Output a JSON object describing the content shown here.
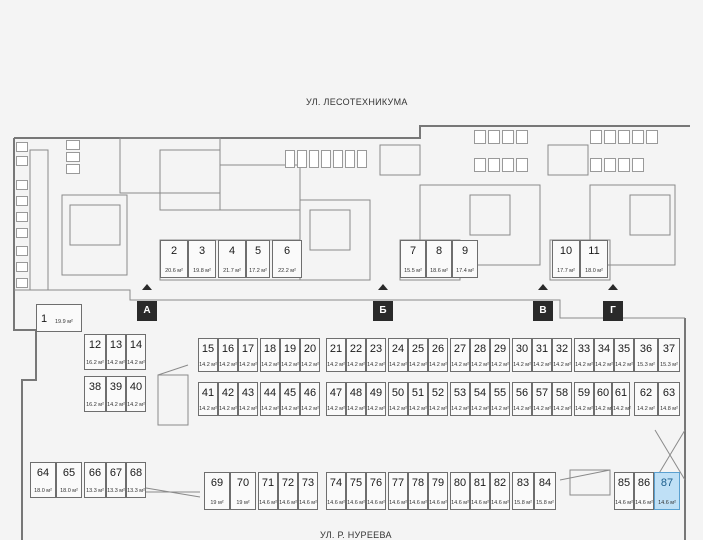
{
  "streets": {
    "top": "УЛ. ЛЕСОТЕХНИКУМА",
    "bottom": "УЛ. Р. НУРЕЕВА"
  },
  "entrances": [
    "А",
    "Б",
    "В",
    "Г"
  ],
  "colors": {
    "selected_fill": "#bfe0f6",
    "selected_border": "#5aa0d0",
    "entrance": "#2a2a2a"
  },
  "selected_spot": "87",
  "spots": {
    "s1": {
      "num": "1",
      "area": "19.9 м²"
    },
    "s2": {
      "num": "2",
      "area": "20.6 м²"
    },
    "s3": {
      "num": "3",
      "area": "19.8 м²"
    },
    "s4": {
      "num": "4",
      "area": "21.7 м²"
    },
    "s5": {
      "num": "5",
      "area": "17.2 м²"
    },
    "s6": {
      "num": "6",
      "area": "22.2 м²"
    },
    "s7": {
      "num": "7",
      "area": "15.5 м²"
    },
    "s8": {
      "num": "8",
      "area": "18.6 м²"
    },
    "s9": {
      "num": "9",
      "area": "17.4 м²"
    },
    "s10": {
      "num": "10",
      "area": "17.7 м²"
    },
    "s11": {
      "num": "11",
      "area": "18.0 м²"
    },
    "s12": {
      "num": "12",
      "area": "16.2 м²"
    },
    "s13": {
      "num": "13",
      "area": "14.2 м²"
    },
    "s14": {
      "num": "14",
      "area": "14.2 м²"
    },
    "s15": {
      "num": "15",
      "area": "14.2 м²"
    },
    "s16": {
      "num": "16",
      "area": "14.2 м²"
    },
    "s17": {
      "num": "17",
      "area": "14.2 м²"
    },
    "s18": {
      "num": "18",
      "area": "14.2 м²"
    },
    "s19": {
      "num": "19",
      "area": "14.2 м²"
    },
    "s20": {
      "num": "20",
      "area": "14.2 м²"
    },
    "s21": {
      "num": "21",
      "area": "14.2 м²"
    },
    "s22": {
      "num": "22",
      "area": "14.2 м²"
    },
    "s23": {
      "num": "23",
      "area": "14.2 м²"
    },
    "s24": {
      "num": "24",
      "area": "14.2 м²"
    },
    "s25": {
      "num": "25",
      "area": "14.2 м²"
    },
    "s26": {
      "num": "26",
      "area": "14.2 м²"
    },
    "s27": {
      "num": "27",
      "area": "14.2 м²"
    },
    "s28": {
      "num": "28",
      "area": "14.2 м²"
    },
    "s29": {
      "num": "29",
      "area": "14.2 м²"
    },
    "s30": {
      "num": "30",
      "area": "14.2 м²"
    },
    "s31": {
      "num": "31",
      "area": "14.2 м²"
    },
    "s32": {
      "num": "32",
      "area": "14.2 м²"
    },
    "s33": {
      "num": "33",
      "area": "14.2 м²"
    },
    "s34": {
      "num": "34",
      "area": "14.2 м²"
    },
    "s35": {
      "num": "35",
      "area": "14.2 м²"
    },
    "s36": {
      "num": "36",
      "area": "15.3 м²"
    },
    "s37": {
      "num": "37",
      "area": "15.3 м²"
    },
    "s38": {
      "num": "38",
      "area": "16.2 м²"
    },
    "s39": {
      "num": "39",
      "area": "14.2 м²"
    },
    "s40": {
      "num": "40",
      "area": "14.2 м²"
    },
    "s41": {
      "num": "41",
      "area": "14.2 м²"
    },
    "s42": {
      "num": "42",
      "area": "14.2 м²"
    },
    "s43": {
      "num": "43",
      "area": "14.2 м²"
    },
    "s44": {
      "num": "44",
      "area": "14.2 м²"
    },
    "s45": {
      "num": "45",
      "area": "14.2 м²"
    },
    "s46": {
      "num": "46",
      "area": "14.2 м²"
    },
    "s47": {
      "num": "47",
      "area": "14.2 м²"
    },
    "s48": {
      "num": "48",
      "area": "14.2 м²"
    },
    "s49": {
      "num": "49",
      "area": "14.2 м²"
    },
    "s50": {
      "num": "50",
      "area": "14.2 м²"
    },
    "s51": {
      "num": "51",
      "area": "14.2 м²"
    },
    "s52": {
      "num": "52",
      "area": "14.2 м²"
    },
    "s53": {
      "num": "53",
      "area": "14.2 м²"
    },
    "s54": {
      "num": "54",
      "area": "14.2 м²"
    },
    "s55": {
      "num": "55",
      "area": "14.2 м²"
    },
    "s56": {
      "num": "56",
      "area": "14.2 м²"
    },
    "s57": {
      "num": "57",
      "area": "14.2 м²"
    },
    "s58": {
      "num": "58",
      "area": "14.2 м²"
    },
    "s59": {
      "num": "59",
      "area": "14.2 м²"
    },
    "s60": {
      "num": "60",
      "area": "14.2 м²"
    },
    "s61": {
      "num": "61",
      "area": "14.2 м²"
    },
    "s62": {
      "num": "62",
      "area": "14.2 м²"
    },
    "s63": {
      "num": "63",
      "area": "14.8 м²"
    },
    "s64": {
      "num": "64",
      "area": "18.0 м²"
    },
    "s65": {
      "num": "65",
      "area": "18.0 м²"
    },
    "s66": {
      "num": "66",
      "area": "13.3 м²"
    },
    "s67": {
      "num": "67",
      "area": "13.3 м²"
    },
    "s68": {
      "num": "68",
      "area": "13.3 м²"
    },
    "s69": {
      "num": "69",
      "area": "19 м²"
    },
    "s70": {
      "num": "70",
      "area": "19 м²"
    },
    "s71": {
      "num": "71",
      "area": "14.6 м²"
    },
    "s72": {
      "num": "72",
      "area": "14.6 м²"
    },
    "s73": {
      "num": "73",
      "area": "14.6 м²"
    },
    "s74": {
      "num": "74",
      "area": "14.6 м²"
    },
    "s75": {
      "num": "75",
      "area": "14.6 м²"
    },
    "s76": {
      "num": "76",
      "area": "14.6 м²"
    },
    "s77": {
      "num": "77",
      "area": "14.6 м²"
    },
    "s78": {
      "num": "78",
      "area": "14.6 м²"
    },
    "s79": {
      "num": "79",
      "area": "14.6 м²"
    },
    "s80": {
      "num": "80",
      "area": "14.6 м²"
    },
    "s81": {
      "num": "81",
      "area": "14.6 м²"
    },
    "s82": {
      "num": "82",
      "area": "14.6 м²"
    },
    "s83": {
      "num": "83",
      "area": "15.8 м²"
    },
    "s84": {
      "num": "84",
      "area": "15.8 м²"
    },
    "s85": {
      "num": "85",
      "area": "14.6 м²"
    },
    "s86": {
      "num": "86",
      "area": "14.6 м²"
    },
    "s87": {
      "num": "87",
      "area": "14.6 м²"
    }
  }
}
